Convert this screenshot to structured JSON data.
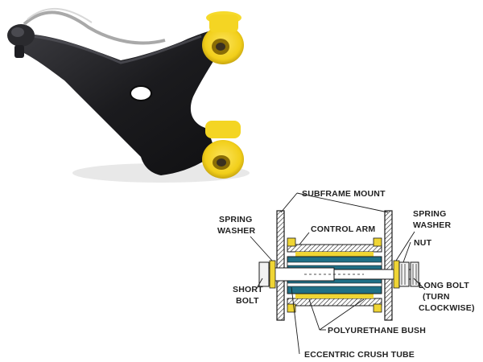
{
  "colors": {
    "arm": "#1c1c1e",
    "arm_highlight": "#3a3a3e",
    "bush_yellow": "#f3d21e",
    "bush_shadow": "#c9a80f",
    "diagram_blue": "#1f6f86",
    "diagram_yellow": "#efd534",
    "line": "#1a1a1a"
  },
  "photo": {
    "subject": "suspension-control-arm",
    "bushes": 2
  },
  "labels": {
    "subframe_mount": "SUBFRAME MOUNT",
    "spring_washer_left_1": "SPRING",
    "spring_washer_left_2": "WASHER",
    "spring_washer_right_1": "SPRING",
    "spring_washer_right_2": "WASHER",
    "control_arm": "CONTROL ARM",
    "nut": "NUT",
    "short_bolt_1": "SHORT",
    "short_bolt_2": "BOLT",
    "long_bolt_1": "LONG BOLT",
    "long_bolt_2": "(TURN",
    "long_bolt_3": "CLOCKWISE)",
    "polyurethane_bush": "POLYURETHANE BUSH",
    "eccentric_crush_tube": "ECCENTRIC CRUSH TUBE"
  }
}
